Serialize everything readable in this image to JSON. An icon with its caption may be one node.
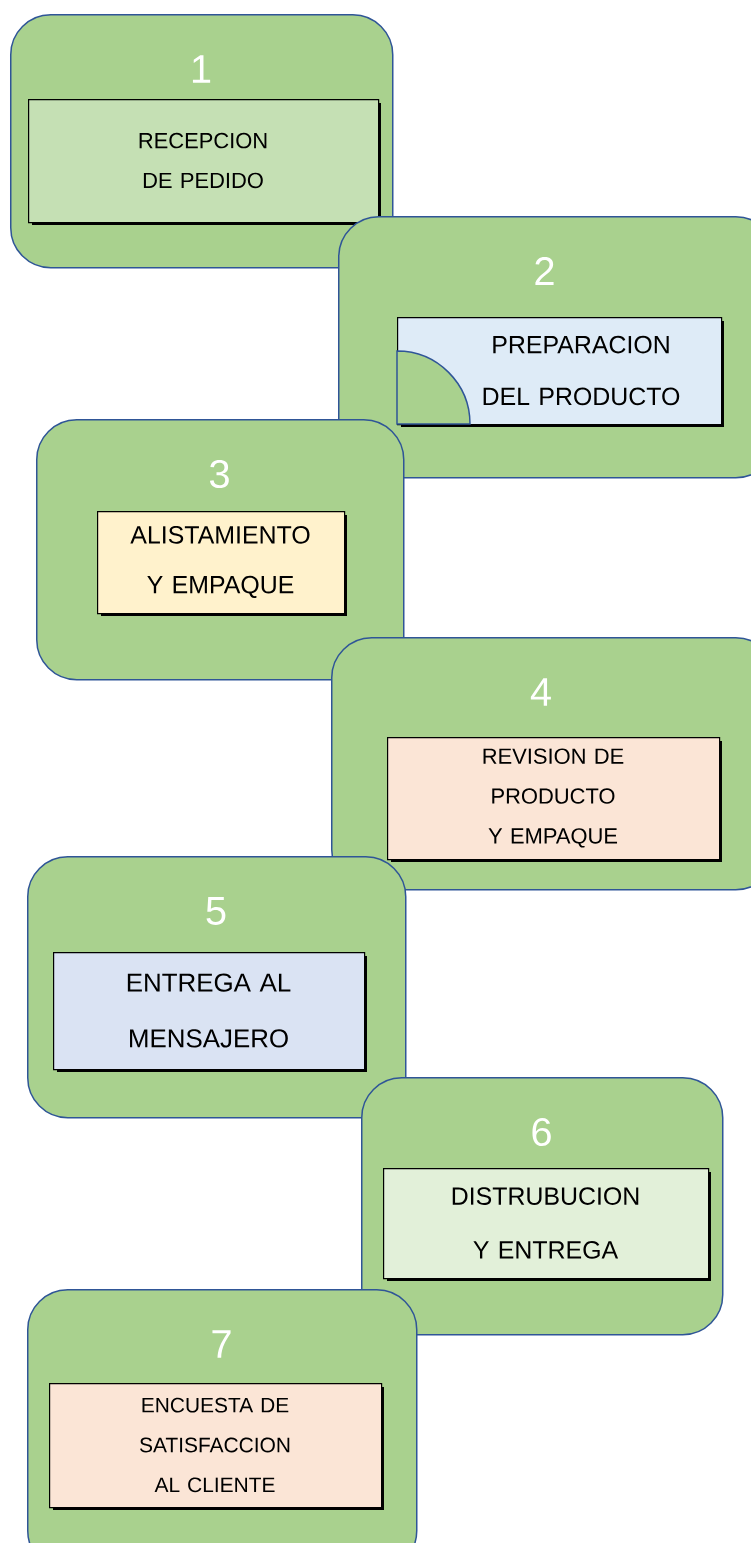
{
  "diagram": {
    "nodes": [
      {
        "text": [
          "1"
        ]
      },
      {
        "text": [
          "RECEPCION DE PEDIDO"
        ],
        "in": 0
      },
      {
        "text": [
          "2"
        ]
      },
      {
        "text": [
          "PREPARACION DEL PRODUCTO"
        ],
        "in": 2
      },
      {
        "text": [
          "3"
        ]
      },
      {
        "text": [
          "ALISTAMIENTO Y EMPAQUE"
        ],
        "in": 4
      },
      {
        "text": [
          "4"
        ]
      },
      {
        "text": [
          "REVISION DE PRODUCTO Y EMPAQUE"
        ],
        "in": 6
      },
      {
        "text": [
          "5"
        ]
      },
      {
        "text": [
          "ENTREGA AL MENSAJERO"
        ],
        "in": 8
      },
      {
        "text": [
          "6"
        ]
      },
      {
        "text": [
          "DISTRUBUCION Y ENTREGA"
        ],
        "in": 10
      },
      {
        "text": [
          "7"
        ]
      },
      {
        "text": [
          "ENCUESTA DE SATISFACCION AL CLIENTE"
        ],
        "in": 12
      }
    ]
  }
}
